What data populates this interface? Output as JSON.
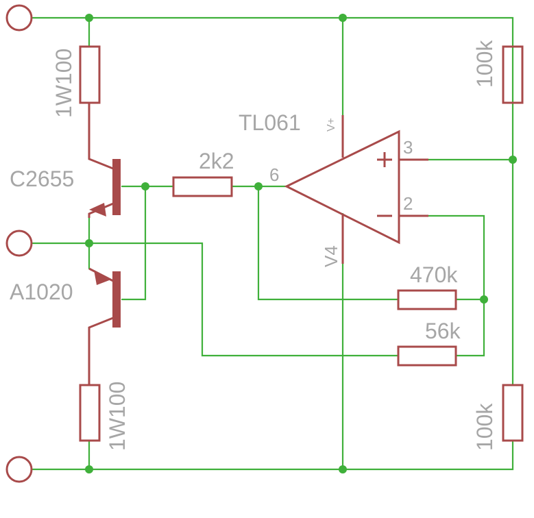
{
  "components": {
    "r_top_left": "1W100",
    "r_bottom_left": "1W100",
    "q_npn": "C2655",
    "q_pnp": "A1020",
    "r_base": "2k2",
    "opamp": "TL061",
    "opamp_vplus": "V+",
    "opamp_vminus": "V4",
    "r_feedback": "470k",
    "r_input": "56k",
    "r_div_top": "100k",
    "r_div_bottom": "100k"
  },
  "pins": {
    "out": "6",
    "noninv": "3",
    "inv": "2",
    "plus_sign": "+",
    "minus_sign": "−"
  },
  "colors": {
    "wire": "#3fb03a",
    "component": "#a84a4a",
    "label": "#a6a6a6"
  }
}
